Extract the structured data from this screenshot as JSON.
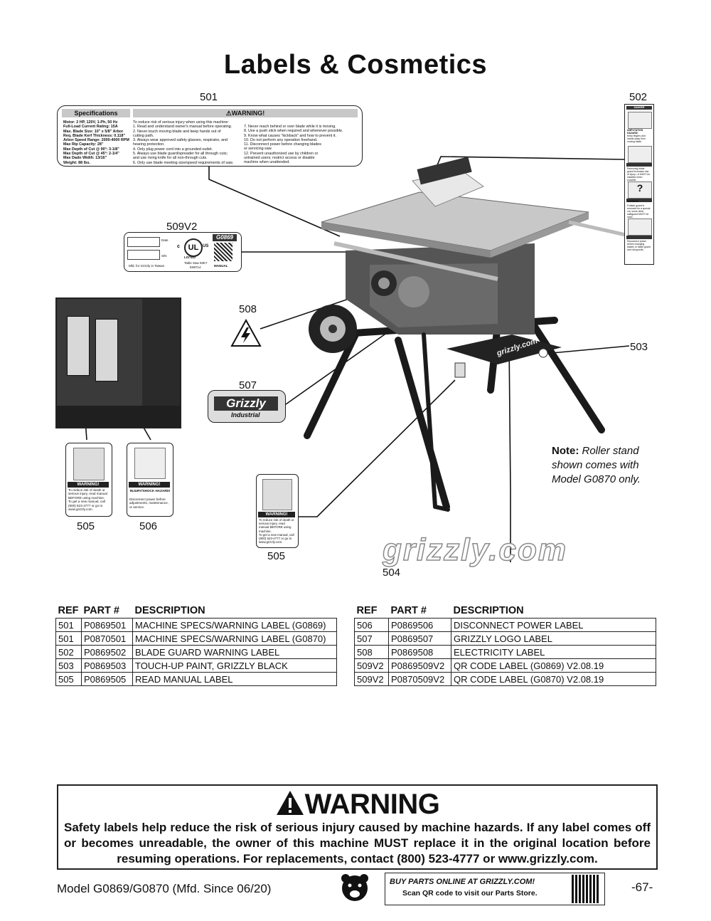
{
  "title": "Labels & Cosmetics",
  "callouts": {
    "c501": "501",
    "c502": "502",
    "c509": "509V2",
    "c508": "508",
    "c507": "507",
    "c503": "503",
    "c505a": "505",
    "c506": "506",
    "c505b": "505",
    "c504": "504"
  },
  "label501": {
    "specs_header": "Specifications",
    "warning_header": "WARNING!",
    "specs_text": "Motor: 2 HP, 120V, 1-Ph, 50 Hz\nFull-Load Current Rating: 15A\nMax. Blade Size: 10\" x 5/8\" Arbor\nReq. Blade Kerf Thickness: 0.118\"\nArbor Speed Range: 2000-4000 RPM\nMax Rip Capacity: 28\"\nMax Depth of Cut @ 90°: 3-1/8\"\nMax Depth of Cut @ 45°: 2-1/4\"\nMax Dado Width: 13/16\"\nWeight: 88 lbs.",
    "warn_col1": "To reduce risk of serious injury when using this machine:\n1. Read and understand owner's manual before operating.\n2. Never touch moving blade and keep hands out of\n    cutting path.\n3. Always wear approved safety glasses, respirator, and\n    hearing protection.\n4. Only plug power cord into a grounded outlet.\n5. Always use blade guard/spreader for all through cuts;\n    and use riving knife for all non-through cuts.\n6. Only use blade meeting size/speed requirements of saw.",
    "warn_col2": "7. Never reach behind or over blade while it is moving.\n8. Use a push stick when required and whenever possible.\n9. Know what causes \"kickback\" and how to prevent it.\n10. Do not perform any operation freehand.\n11. Disconnect power before changing blades\n     or servicing saw.\n12. Prevent unauthorized use by children or\n     untrained users; restrict access or disable\n     machine when unattended."
  },
  "label502": {
    "danger": "DANGER",
    "amputation": "AMPUTATION HAZARD!",
    "keep_away": "Keep fingers and hands away from moving blade.",
    "warning": "WARNING",
    "removing": "Removing blade guard increases risk of injury—it MUST be installed when possible.",
    "if_blade": "If blade guard is removed for a special cut, some other safeguard MUST be used.",
    "disconnect": "Disconnect power before changing blades or blade guard and riving knife."
  },
  "label509": {
    "date": "Date",
    "sn": "S/N",
    "mfd": "Mfd. for Grizzly in Taiwan",
    "model": "G0869",
    "listed": "LISTED",
    "ul_c": "c",
    "ul_us": "US",
    "table_saw": "Table Saw 93K7",
    "e_num": "E98714",
    "manual": "MANUAL"
  },
  "label507": {
    "brand": "Grizzly",
    "sub": "Industrial"
  },
  "stand_text": "grizzly.com",
  "label505": {
    "warning": "WARNING!",
    "text": "To reduce risk of death or serious injury, read manual BEFORE using machine.\nTo get a new manual, call (800) 523-4777 or go to www.grizzly.com."
  },
  "label506": {
    "warning": "WARNING!",
    "hazard": "INJURY/SHOCK HAZARD!",
    "text": "Disconnect power before adjustments, maintenance, or service."
  },
  "note": {
    "bold": "Note:",
    "line1": "Roller stand",
    "line2": "shown comes with",
    "line3": "Model G0870 only."
  },
  "watermark": "grizzly.com",
  "table_headers": {
    "ref": "REF",
    "part": "PART #",
    "desc": "DESCRIPTION"
  },
  "table_left": [
    [
      "501",
      "P0869501",
      "MACHINE SPECS/WARNING LABEL (G0869)"
    ],
    [
      "501",
      "P0870501",
      "MACHINE SPECS/WARNING LABEL (G0870)"
    ],
    [
      "502",
      "P0869502",
      "BLADE GUARD WARNING LABEL"
    ],
    [
      "503",
      "P0869503",
      "TOUCH-UP PAINT, GRIZZLY BLACK"
    ],
    [
      "505",
      "P0869505",
      "READ MANUAL LABEL"
    ]
  ],
  "table_right": [
    [
      "506",
      "P0869506",
      "DISCONNECT POWER LABEL"
    ],
    [
      "507",
      "P0869507",
      "GRIZZLY LOGO LABEL"
    ],
    [
      "508",
      "P0869508",
      "ELECTRICITY LABEL"
    ],
    [
      "509V2",
      "P0869509V2",
      "QR CODE LABEL (G0869) V2.08.19"
    ],
    [
      "509V2",
      "P0870509V2",
      "QR CODE LABEL (G0870) V2.08.19"
    ]
  ],
  "warning_box": {
    "title": "WARNING",
    "text": "Safety labels help reduce the risk of serious injury caused by machine hazards. If any label comes off or becomes unreadable, the owner of this machine MUST replace it in the original location before resuming operations. For replacements, contact (800) 523-4777 or www.grizzly.com."
  },
  "footer": {
    "model": "Model G0869/G0870 (Mfd. Since 06/20)",
    "buy": "BUY PARTS ONLINE AT GRIZZLY.COM!",
    "scan": "Scan QR code to visit our Parts Store.",
    "page": "-67-"
  }
}
